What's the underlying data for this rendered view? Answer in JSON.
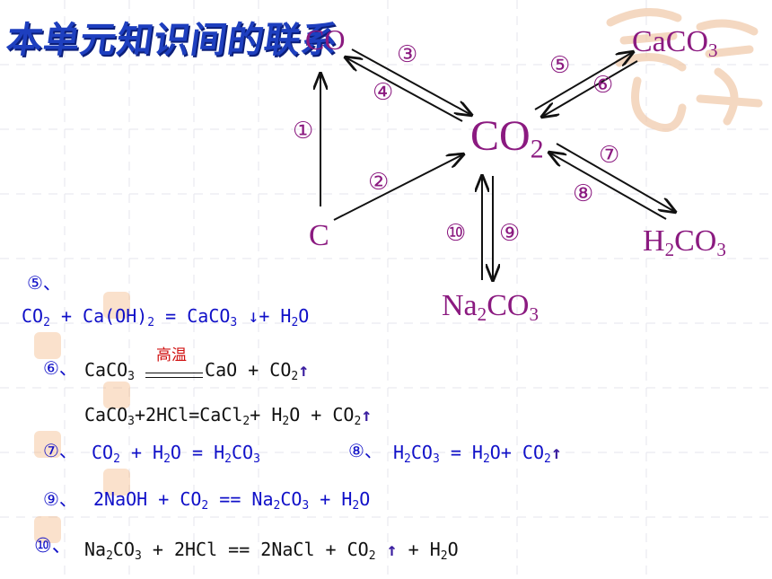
{
  "title": "本单元知识间的联系",
  "diagram": {
    "nodes": {
      "co": "CO",
      "co2_base": "CO",
      "co2_sub": "2",
      "c": "C",
      "caco3_base": "CaCO",
      "caco3_sub": "3",
      "h2co3_h": "H",
      "h2co3_sub1": "2",
      "h2co3_co": "CO",
      "h2co3_sub2": "3",
      "na2co3_na": "Na",
      "na2co3_sub1": "2",
      "na2co3_co": "CO",
      "na2co3_sub2": "3"
    },
    "numbers": {
      "n1": "①",
      "n2": "②",
      "n3": "③",
      "n4": "④",
      "n5": "⑤",
      "n6": "⑥",
      "n7": "⑦",
      "n8": "⑧",
      "n9": "⑨",
      "n10": "⑩"
    }
  },
  "equations": {
    "e5_label": "⑤、",
    "e5_parts": [
      "CO",
      "2",
      " + Ca(OH)",
      "2",
      " = CaCO",
      "3",
      " ↓+ H",
      "2",
      "O"
    ],
    "e6_label": "⑥、",
    "e6_condition": "高温",
    "e6_parts": [
      "CaCO",
      "3",
      "CaO + CO",
      "2",
      "↑"
    ],
    "e6b_parts": [
      "CaCO",
      "3",
      "+2HCl=CaCl",
      "2",
      "+ H",
      "2",
      "O + CO",
      "2",
      "↑"
    ],
    "e7_label": "⑦、",
    "e7_parts": [
      "CO",
      "2",
      " + H",
      "2",
      "O = H",
      "2",
      "CO",
      "3"
    ],
    "e8_label": "⑧、",
    "e8_parts": [
      "H",
      "2",
      "CO",
      "3",
      " = H",
      "2",
      "O+ CO",
      "2",
      "↑"
    ],
    "e9_label": "⑨、",
    "e9_parts": [
      "2NaOH + CO",
      "2",
      " == Na",
      "2",
      "CO",
      "3",
      " + H",
      "2",
      "O"
    ],
    "e10_label": "⑩、",
    "e10_parts": [
      "Na",
      "2",
      "CO",
      "3",
      " + 2HCl == 2NaCl + CO",
      "2",
      "↑",
      " + H",
      "2",
      "O"
    ]
  },
  "colors": {
    "title": "#1e3fbf",
    "diagram": "#8b1a80",
    "equation_blue": "#1010c8",
    "condition_red": "#d01010"
  }
}
